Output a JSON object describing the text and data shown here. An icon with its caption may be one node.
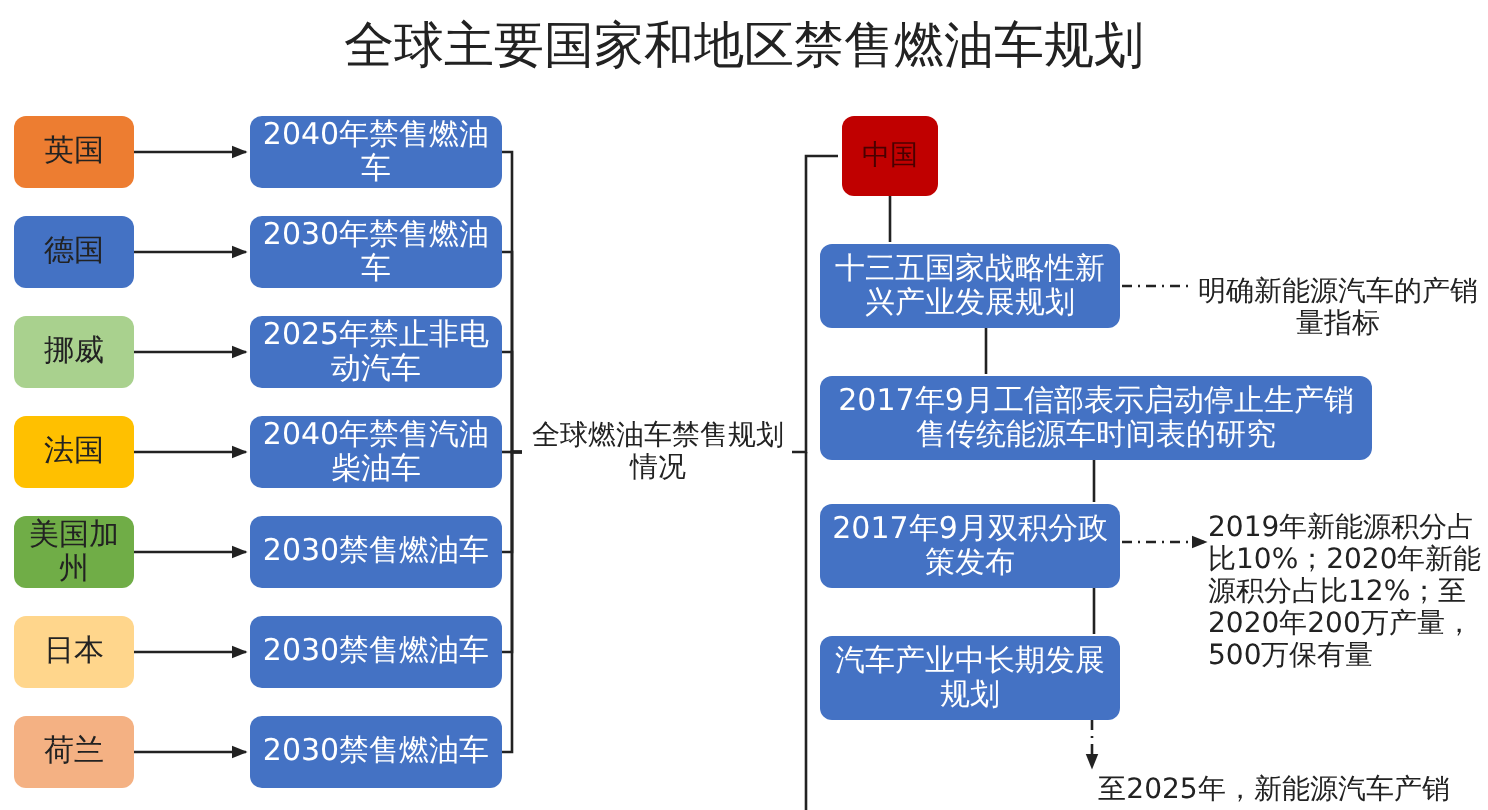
{
  "diagram": {
    "title": "全球主要国家和地区禁售燃油车规划",
    "nodes": [
      {
        "text": [
          "英国"
        ]
      },
      {
        "text": [
          "德国"
        ]
      },
      {
        "text": [
          "挪威"
        ]
      },
      {
        "text": [
          "法国"
        ]
      },
      {
        "text": [
          "美国加州"
        ]
      },
      {
        "text": [
          "日本"
        ]
      },
      {
        "text": [
          "荷兰"
        ]
      },
      {
        "text": [
          "2040年禁售燃油车"
        ]
      },
      {
        "text": [
          "2030年禁售燃油车"
        ]
      },
      {
        "text": [
          "2025年禁止非电动汽车"
        ]
      },
      {
        "text": [
          "2040年禁售汽油柴油车"
        ]
      },
      {
        "text": [
          "2030禁售燃油车"
        ]
      },
      {
        "text": [
          "2030禁售燃油车"
        ]
      },
      {
        "text": [
          "2030禁售燃油车"
        ]
      },
      {
        "text": [
          "全球燃油车禁售规划情况"
        ]
      },
      {
        "text": [
          "中国"
        ]
      },
      {
        "text": [
          "十三五国家战略性新兴产业发展规划"
        ]
      },
      {
        "text": [
          "明确新能源汽车的产销量指标"
        ]
      },
      {
        "text": [
          "2017年9月工信部表示启动停止生产销售传统能源车时间表的研究"
        ]
      },
      {
        "text": [
          "2017年9月双积分政策发布"
        ]
      },
      {
        "text": [
          "2019年新能源积分占比10%；2020年新能源积分占比12%；至2020年200万产量，500万保有量"
        ]
      },
      {
        "text": [
          "汽车产业中长期发展规划"
        ]
      },
      {
        "text": [
          "至2025年，新能源汽车产销"
        ]
      }
    ],
    "edges": [
      {
        "from": 0,
        "to": 7,
        "arrow": "to"
      },
      {
        "from": 1,
        "to": 8,
        "arrow": "to"
      },
      {
        "from": 2,
        "to": 9,
        "arrow": "to"
      },
      {
        "from": 3,
        "to": 10,
        "arrow": "to"
      },
      {
        "from": 4,
        "to": 11,
        "arrow": "to"
      },
      {
        "from": 5,
        "to": 12,
        "arrow": "to"
      },
      {
        "from": 6,
        "to": 13,
        "arrow": "to"
      },
      {
        "from": 7,
        "to": 14,
        "arrow": "none"
      },
      {
        "from": 8,
        "to": 14,
        "arrow": "none"
      },
      {
        "from": 9,
        "to": 14,
        "arrow": "none"
      },
      {
        "from": 10,
        "to": 14,
        "arrow": "none"
      },
      {
        "from": 11,
        "to": 14,
        "arrow": "none"
      },
      {
        "from": 12,
        "to": 14,
        "arrow": "none"
      },
      {
        "from": 13,
        "to": 14,
        "arrow": "none"
      },
      {
        "from": 14,
        "to": 15,
        "arrow": "none"
      },
      {
        "from": 15,
        "to": 16,
        "arrow": "none"
      },
      {
        "from": 16,
        "to": 18,
        "arrow": "none"
      },
      {
        "from": 18,
        "to": 19,
        "arrow": "none"
      },
      {
        "from": 19,
        "to": 21,
        "arrow": "none"
      },
      {
        "from": 16,
        "to": 17,
        "arrow": "none",
        "style": "dashed"
      },
      {
        "from": 19,
        "to": 20,
        "arrow": "to",
        "style": "dashed"
      },
      {
        "from": 21,
        "to": 22,
        "arrow": "to",
        "style": "dashed"
      }
    ]
  }
}
